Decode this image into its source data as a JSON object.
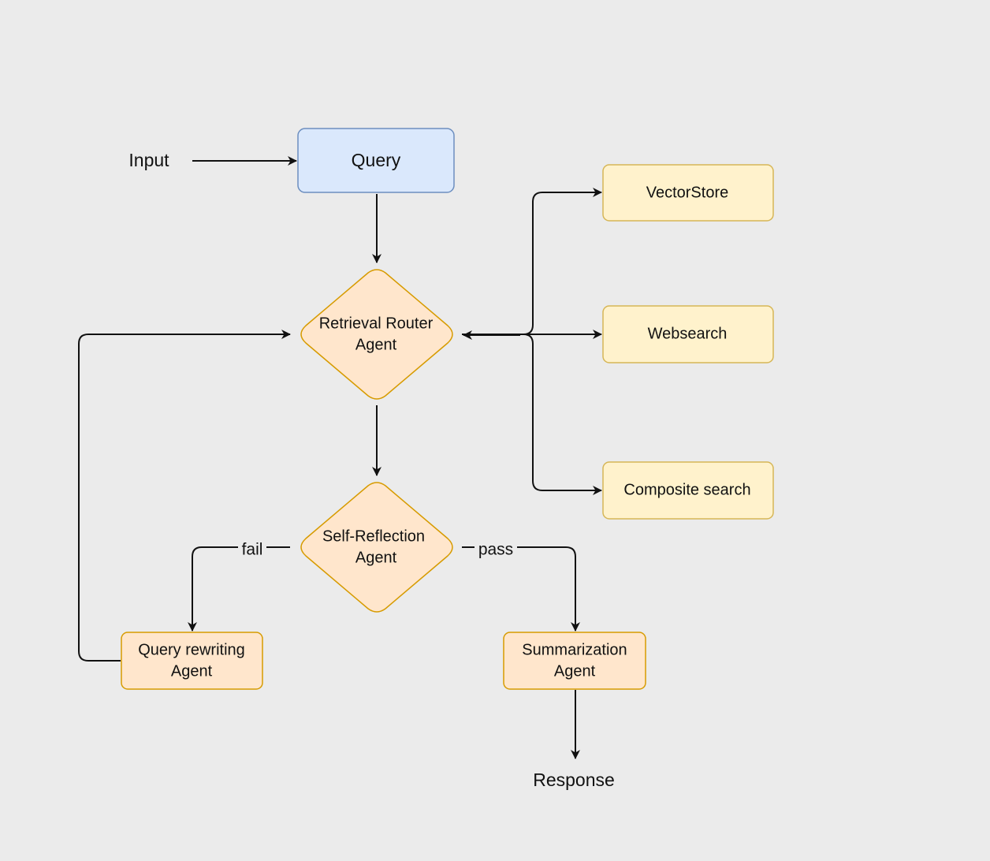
{
  "diagram": {
    "nodes": {
      "input": {
        "label": "Input"
      },
      "query": {
        "label": "Query"
      },
      "router": {
        "lines": [
          "Retrieval Router",
          "Agent"
        ]
      },
      "vectorstore": {
        "label": "VectorStore"
      },
      "websearch": {
        "label": "Websearch"
      },
      "composite": {
        "label": "Composite search"
      },
      "reflection": {
        "lines": [
          "Self-Reflection",
          "Agent"
        ]
      },
      "rewriting": {
        "lines": [
          "Query rewriting",
          "Agent"
        ]
      },
      "summarization": {
        "lines": [
          "Summarization",
          "Agent"
        ]
      },
      "response": {
        "label": "Response"
      }
    },
    "edges": {
      "fail_label": "fail",
      "pass_label": "pass"
    },
    "colors": {
      "background": "#ebebeb",
      "query_fill": "#dae8fc",
      "query_stroke": "#6c8ebf",
      "retrieval_fill": "#fff2cc",
      "retrieval_stroke": "#d6b656",
      "agent_fill": "#ffe6cc",
      "agent_stroke": "#d79b00",
      "line": "#111111"
    }
  }
}
